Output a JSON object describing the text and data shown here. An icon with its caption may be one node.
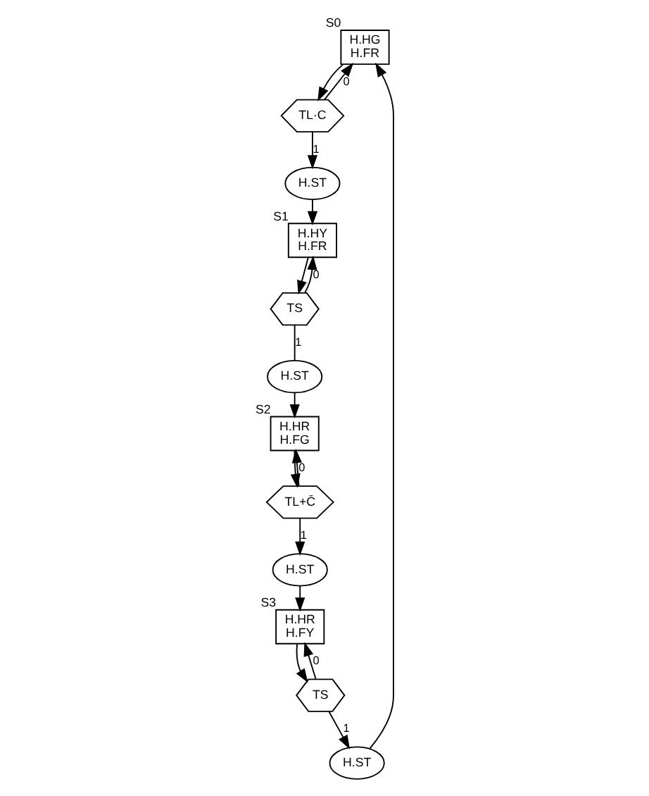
{
  "diagram": {
    "nodes": [
      {
        "text": [
          "H.HG",
          "H.FR"
        ],
        "beside": [
          "S0"
        ]
      },
      {
        "text": [
          "TL·C"
        ]
      },
      {
        "text": [
          "H.ST"
        ]
      },
      {
        "text": [
          "H.HR",
          "H.FY"
        ],
        "beside": [
          "S3"
        ]
      },
      {
        "text": [
          "TS"
        ]
      },
      {
        "text": [
          "H.ST"
        ]
      },
      {
        "text": [
          "H.ST"
        ]
      },
      {
        "text": [
          "H.HY",
          "H.FR"
        ],
        "beside": [
          "S1"
        ]
      },
      {
        "text": [
          "TS"
        ]
      },
      {
        "text": [
          "H.ST"
        ]
      },
      {
        "text": [
          "H.HR",
          "H.FG"
        ],
        "beside": [
          "S2"
        ]
      },
      {
        "text": [
          "TL+C̄"
        ]
      }
    ],
    "edges": [
      {
        "from": 0,
        "to": 1,
        "arrow": "to"
      },
      {
        "from": 1,
        "to": 0,
        "label": "0",
        "arrow": "to"
      },
      {
        "from": 1,
        "to": 5,
        "label": "1",
        "arrow": "to"
      },
      {
        "from": 5,
        "to": 7,
        "arrow": "to"
      },
      {
        "from": 7,
        "to": 8,
        "arrow": "to"
      },
      {
        "from": 8,
        "to": 7,
        "label": "0",
        "arrow": "to"
      },
      {
        "from": 8,
        "to": 9,
        "label": "1",
        "arrow": "none"
      },
      {
        "from": 9,
        "to": 10,
        "arrow": "to"
      },
      {
        "from": 10,
        "to": 11,
        "arrow": "to"
      },
      {
        "from": 11,
        "to": 10,
        "label": "0",
        "arrow": "to"
      },
      {
        "from": 11,
        "to": 6,
        "label": "1",
        "arrow": "to"
      },
      {
        "from": 6,
        "to": 3,
        "arrow": "to"
      },
      {
        "from": 3,
        "to": 4,
        "arrow": "to"
      },
      {
        "from": 4,
        "to": 2,
        "label": "1",
        "arrow": "to"
      },
      {
        "from": 4,
        "to": 3,
        "label": "0",
        "arrow": "to"
      },
      {
        "from": 2,
        "to": 0,
        "arrow": "to"
      }
    ]
  }
}
